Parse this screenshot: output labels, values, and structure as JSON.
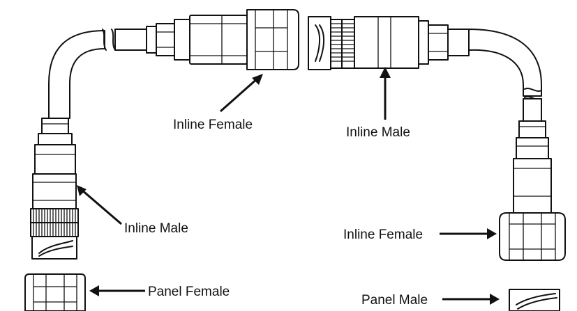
{
  "labels": {
    "inline_female_top": "Inline Female",
    "inline_male_top": "Inline Male",
    "inline_male_left": "Inline Male",
    "inline_female_right": "Inline Female",
    "panel_female": "Panel Female",
    "panel_male": "Panel Male"
  }
}
